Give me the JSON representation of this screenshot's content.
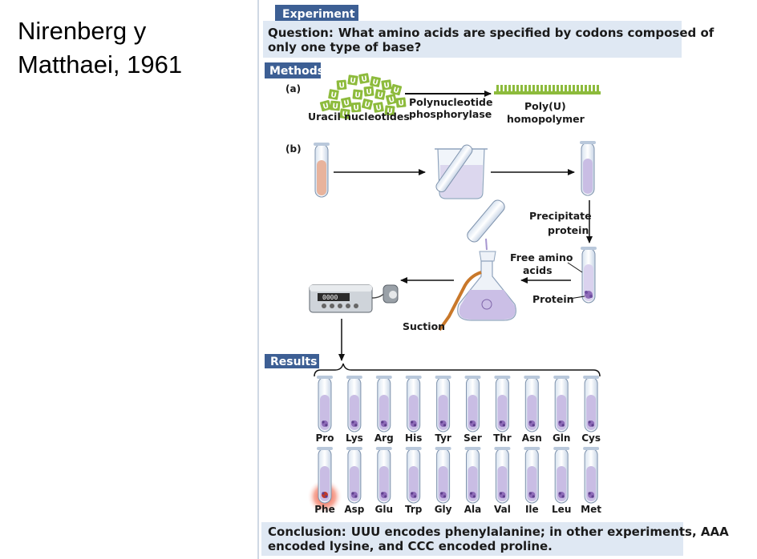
{
  "slide_title": {
    "line1": "Nirenberg y",
    "line2": "Matthaei, 1961"
  },
  "experiment_header": "Experiment",
  "question": {
    "label": "Question:",
    "text_line1": "What amino acids are specified by codons composed of",
    "text_line2": "only one type of base?"
  },
  "methods_header": "Methods",
  "step_a": {
    "label": "(a)",
    "nucleotides_label": "Uracil nucleotides",
    "enzyme_line1": "Polynucleotide",
    "enzyme_line2": "phosphorylase",
    "product_line1": "Poly(U)",
    "product_line2": "homopolymer",
    "nucleotide_letter": "U"
  },
  "step_b": {
    "label": "(b)",
    "precipitate_line1": "Precipitate",
    "precipitate_line2": "protein",
    "free_aa_line1": "Free amino",
    "free_aa_line2": "acids",
    "protein_label": "Protein",
    "suction_label": "Suction",
    "counter_display": "0000"
  },
  "results_header": "Results",
  "results_row1": [
    "Pro",
    "Lys",
    "Arg",
    "His",
    "Tyr",
    "Ser",
    "Thr",
    "Asn",
    "Gln",
    "Cys"
  ],
  "results_row2": [
    "Phe",
    "Asp",
    "Glu",
    "Trp",
    "Gly",
    "Ala",
    "Val",
    "Ile",
    "Leu",
    "Met"
  ],
  "highlighted_amino_acid": "Phe",
  "conclusion": {
    "label": "Conclusion:",
    "text_line1": "UUU encodes phenylalanine; in other experiments, AAA",
    "text_line2": "encoded lysine, and CCC encoded proline."
  },
  "colors": {
    "header_blue": "#3d5f94",
    "panel_blue": "#dfe8f3",
    "nucleotide_green": "#8dbb3c",
    "tube_purple": "#c9bde4",
    "tube_peach": "#e8b39c",
    "highlight_red": "#e53a1e"
  }
}
